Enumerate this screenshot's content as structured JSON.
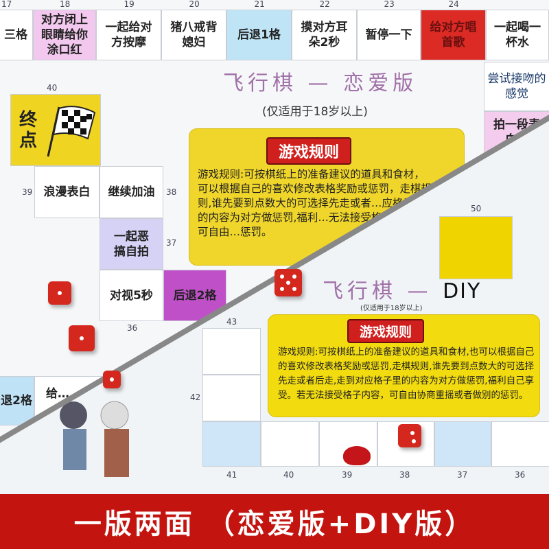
{
  "love_side": {
    "top_row": [
      {
        "num": "17",
        "text": "三格",
        "color": "#ffffff"
      },
      {
        "num": "18",
        "text": "对方闭上眼睛给你涂口红",
        "color": "#f2c8ee"
      },
      {
        "num": "19",
        "text": "一起给对方按摩",
        "color": "#ffffff"
      },
      {
        "num": "20",
        "text": "猪八戒背媳妇",
        "color": "#ffffff"
      },
      {
        "num": "21",
        "text": "后退1格",
        "color": "#bfe4f6"
      },
      {
        "num": "22",
        "text": "摸对方耳朵2秒",
        "color": "#ffffff"
      },
      {
        "num": "23",
        "text": "暂停一下",
        "color": "#ffffff"
      },
      {
        "num": "24",
        "text": "给对方唱首歌",
        "color": "#dc2a24"
      },
      {
        "num": "",
        "text": "一起喝一杯水",
        "color": "#ffffff"
      }
    ],
    "right_col": [
      {
        "text": "尝试接吻的感觉",
        "color": "#ffffff"
      },
      {
        "text": "拍一段表白…",
        "color": "#f4cdee"
      }
    ],
    "finish": {
      "num": "40",
      "text": "终点",
      "icon": "checkered-flag-icon"
    },
    "cells": [
      {
        "num": "39",
        "text": "浪漫表白",
        "color": "#ffffff"
      },
      {
        "num": "38",
        "text": "继续加油",
        "color": "#ffffff"
      },
      {
        "num": "37",
        "text": "一起恶搞自拍",
        "color": "#d6d2f6"
      },
      {
        "num": "36",
        "text": "对视5秒",
        "color": "#ffffff"
      },
      {
        "num": "",
        "text": "后退2格",
        "color": "#c050c8"
      }
    ],
    "title": "飞行棋 — 恋爱版",
    "subtitle": "(仅适用于18岁以上)",
    "rules_heading": "游戏规则",
    "rules_text": "游戏规则:可按棋纸上的准备建议的道具和食材，可以根据自己的喜欢修改表格奖励或惩罚，走棋规则,谁先要到点数大的可选择先走或者…应格子里的内容为对方做惩罚,福利…无法接受格子内容，可自由…惩罚。",
    "cell_50": "50"
  },
  "diy_side": {
    "title_cn": "飞行棋 — ",
    "title_en": "DIY",
    "subtitle": "(仅适用于18岁以上)",
    "rules_heading": "游戏规则",
    "rules_text": "游戏规则:可按棋纸上的准备建议的道具和食材,也可以根据自己的喜欢修改表格奖励或惩罚,走棋规则,谁先要到点数大的可选择先走或者后走,走到对应格子里的内容为对方做惩罚,福利自己享受。若无法接受格子内容，可自由协商重摇或者做别的惩罚。",
    "numbers": [
      "43",
      "42",
      "41",
      "40",
      "39",
      "38",
      "37",
      "36"
    ],
    "left_cells": [
      "退2格",
      "给…"
    ]
  },
  "banner": "一版两面 （恋爱版+DIY版）"
}
